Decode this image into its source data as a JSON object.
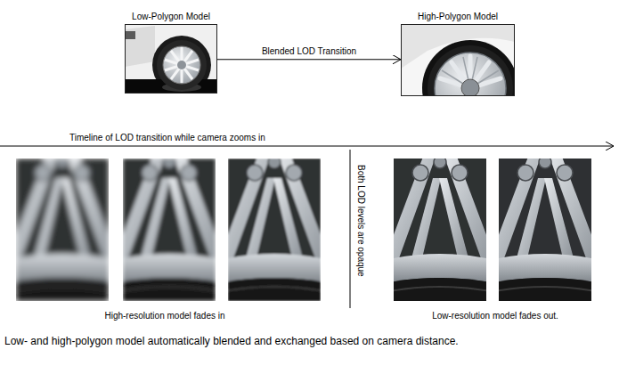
{
  "diagram": {
    "caption": "Low- and high-polygon model automatically blended and exchanged based on camera distance.",
    "nodes": [
      {
        "text": [
          "Low-Polygon Model"
        ]
      },
      {
        "text": [
          "High-Polygon Model"
        ]
      }
    ],
    "edges": [
      {
        "from": 0,
        "to": 1,
        "arrow": "to",
        "label": "Blended LOD Transition"
      }
    ],
    "labels": [
      "Timeline of LOD transition while camera zooms in",
      "Both LOD levels are opaque",
      "High-resolution model fades in",
      "Low-resolution model fades out."
    ]
  }
}
